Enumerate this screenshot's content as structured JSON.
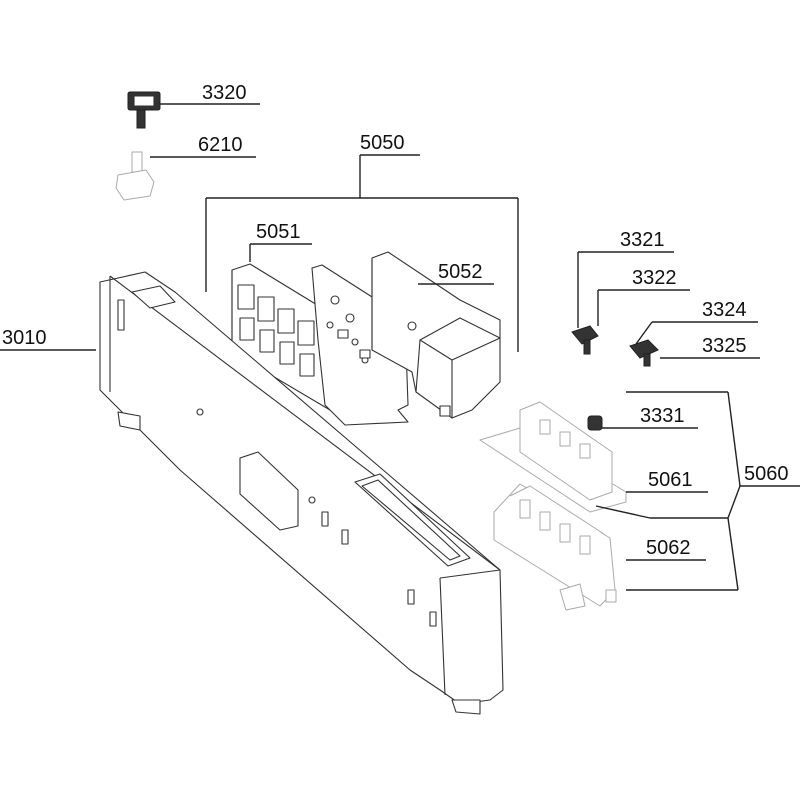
{
  "labels": {
    "p3320": "3320",
    "p6210": "6210",
    "p5050": "5050",
    "p5051": "5051",
    "p5052": "5052",
    "p3010": "3010",
    "p3321": "3321",
    "p3322": "3322",
    "p3324": "3324",
    "p3325": "3325",
    "p3331": "3331",
    "p5061": "5061",
    "p5060": "5060",
    "p5062": "5062"
  },
  "colors": {
    "line": "#222222",
    "background": "#ffffff",
    "faint": "#aaaaaa"
  }
}
